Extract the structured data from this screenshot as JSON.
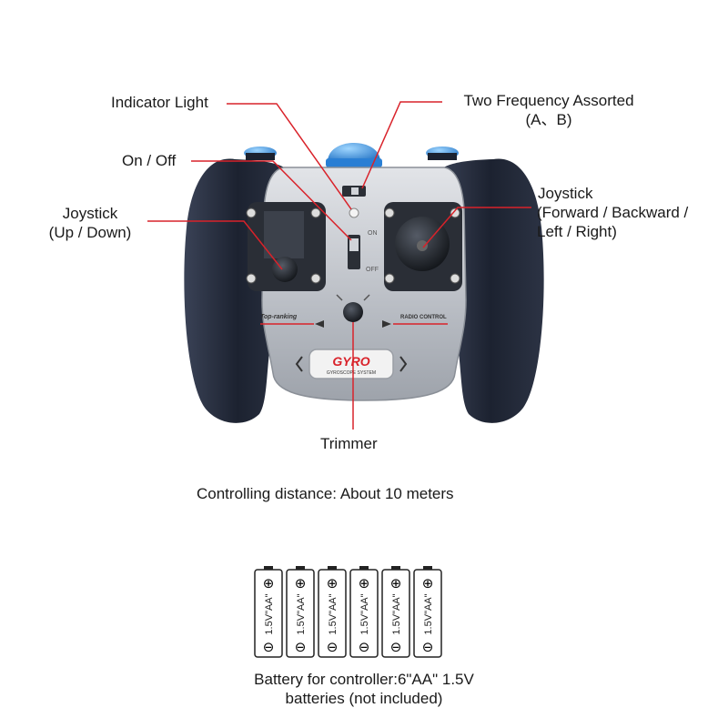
{
  "labels": {
    "indicator_light": "Indicator Light",
    "two_frequency_line1": "Two Frequency Assorted",
    "two_frequency_line2": "(A、B)",
    "on_off": "On / Off",
    "joystick_left_line1": "Joystick",
    "joystick_left_line2": "(Up / Down)",
    "joystick_right_line1": "Joystick",
    "joystick_right_line2": "(Forward / Backward /",
    "joystick_right_line3": "Left / Right)",
    "trimmer": "Trimmer",
    "distance": "Controlling distance: About 10 meters",
    "battery_line1": "Battery for controller:6\"AA\" 1.5V",
    "battery_line2": "batteries (not included)"
  },
  "controller": {
    "brand_text": "Top-ranking",
    "radio_text": "RADIO CONTROL",
    "gyro_text": "GYRO",
    "gyro_sub": "GYROSCOPE SYSTEM",
    "switch_on": "ON",
    "switch_off": "OFF"
  },
  "battery": {
    "count": 6,
    "label": "1.5V\"AA\"",
    "plus": "⊕",
    "minus": "⊖"
  },
  "colors": {
    "leader_line": "#d9222a",
    "grip": "#1e2433",
    "body": "#c9ccd1",
    "accent_blue": "#2a7fd4",
    "accent_red": "#d9222a"
  }
}
